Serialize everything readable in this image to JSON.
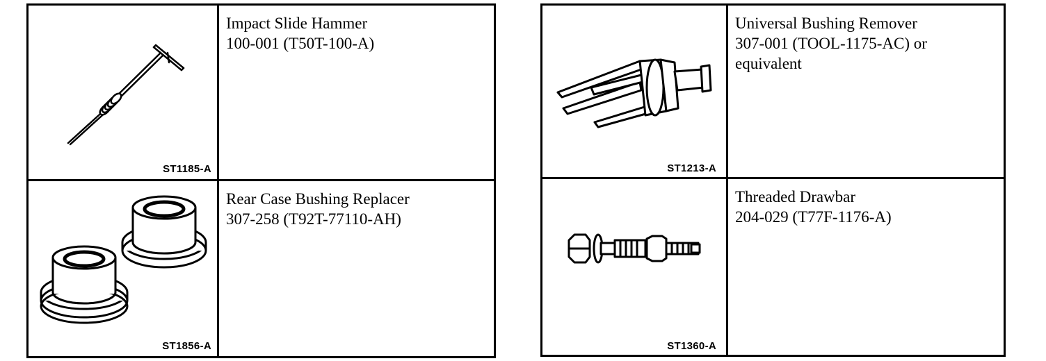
{
  "left_table": {
    "rows": [
      {
        "figure_id": "ST1185-A",
        "tool_name": "Impact Slide Hammer",
        "tool_number": "100-001 (T50T-100-A)",
        "icon": "slide-hammer-icon"
      },
      {
        "figure_id": "ST1856-A",
        "tool_name": "Rear Case Bushing Replacer",
        "tool_number": "307-258 (T92T-77110-AH)",
        "icon": "bushing-replacer-icon"
      }
    ]
  },
  "right_table": {
    "rows": [
      {
        "figure_id": "ST1213-A",
        "tool_name": "Universal Bushing Remover",
        "tool_number": "307-001 (TOOL-1175-AC) or\nequivalent",
        "icon": "bushing-remover-icon"
      },
      {
        "figure_id": "ST1360-A",
        "tool_name": "Threaded Drawbar",
        "tool_number": "204-029 (T77F-1176-A)",
        "icon": "threaded-drawbar-icon"
      }
    ]
  }
}
